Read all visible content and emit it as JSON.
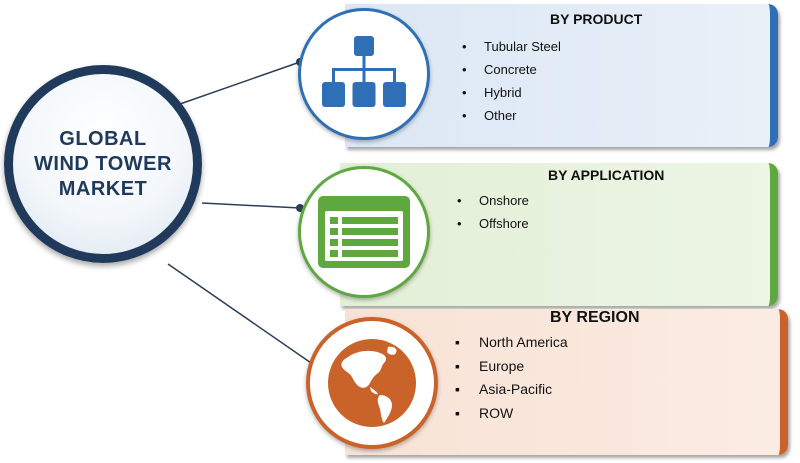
{
  "center": {
    "title_lines": [
      "GLOBAL",
      "WIND TOWER",
      "MARKET"
    ]
  },
  "segments": [
    {
      "title": "BY PRODUCT",
      "icon": "org-chart-icon",
      "color": "#2f6fb5",
      "items": [
        "Tubular Steel",
        "Concrete",
        "Hybrid",
        "Other"
      ]
    },
    {
      "title": "BY APPLICATION",
      "icon": "list-window-icon",
      "color": "#5fa83f",
      "items": [
        "Onshore",
        "Offshore"
      ]
    },
    {
      "title": "BY REGION",
      "icon": "globe-icon",
      "color": "#c9632a",
      "items": [
        "North America",
        "Europe",
        "Asia-Pacific",
        "ROW"
      ]
    }
  ],
  "colors": {
    "center_border": "#1f3a5a",
    "connector": "#2c3e57"
  }
}
